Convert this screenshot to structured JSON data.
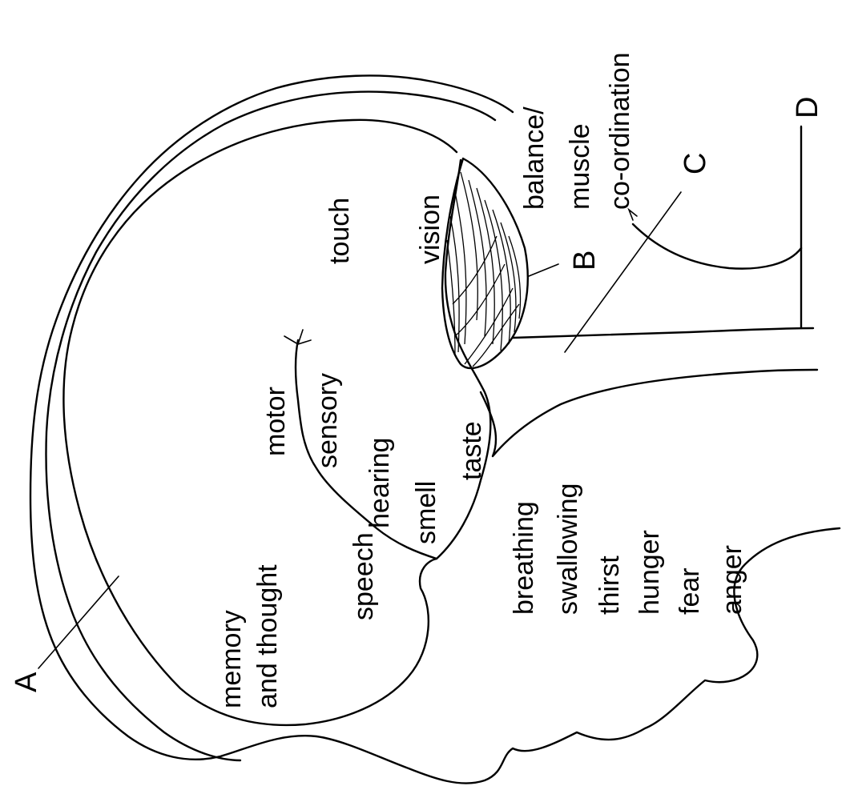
{
  "diagram": {
    "letters": {
      "a": "A",
      "b": "B",
      "c": "C",
      "d": "D"
    },
    "regions": {
      "memory": "memory",
      "and_thought": "and thought",
      "speech": "speech",
      "motor": "motor",
      "sensory": "sensory",
      "hearing": "hearing",
      "smell": "smell",
      "taste": "taste",
      "touch": "touch",
      "vision": "vision",
      "balance": "balance/",
      "muscle": "muscle",
      "coordination": "co-ordination",
      "breathing": "breathing",
      "swallowing": "swallowing",
      "thirst": "thirst",
      "hunger": "hunger",
      "fear": "fear",
      "anger": "anger"
    }
  }
}
